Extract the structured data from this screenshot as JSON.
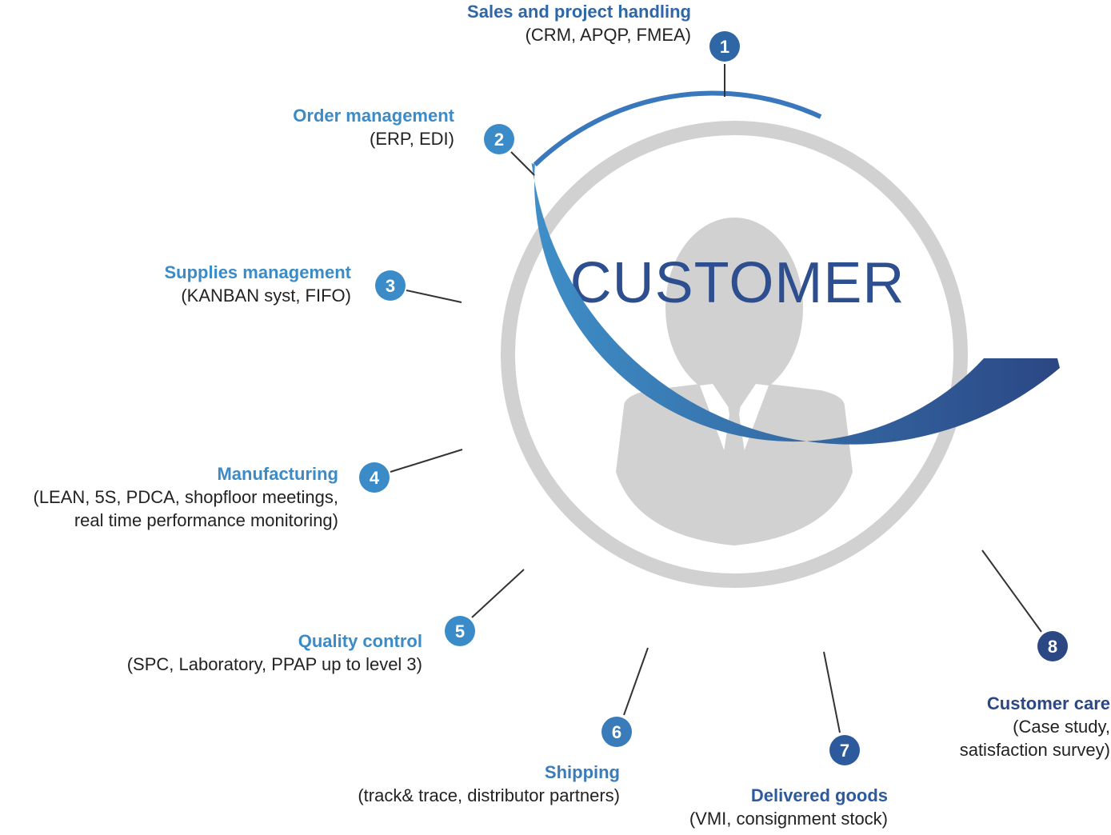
{
  "center": {
    "label": "CUSTOMER"
  },
  "colors": {
    "ring_gray": "#d1d1d1",
    "arc_light": "#3f8fc8",
    "arc_dark": "#2b4784",
    "center_text": "#2e4f8f",
    "connector": "#333333"
  },
  "steps": [
    {
      "num": "1",
      "title": "Sales and project handling",
      "sub": "(CRM, APQP, FMEA)",
      "color": "#2f66a6"
    },
    {
      "num": "2",
      "title": "Order management",
      "sub": "(ERP, EDI)",
      "color": "#3a8bc7"
    },
    {
      "num": "3",
      "title": "Supplies management",
      "sub": "(KANBAN syst, FIFO)",
      "color": "#3a8bc7"
    },
    {
      "num": "4",
      "title": "Manufacturing",
      "sub": "(LEAN, 5S, PDCA, shopfloor meetings,\nreal time performance monitoring)",
      "color": "#3a8bc7"
    },
    {
      "num": "5",
      "title": "Quality control",
      "sub": "(SPC, Laboratory, PPAP up to level 3)",
      "color": "#3a8bc7"
    },
    {
      "num": "6",
      "title": "Shipping",
      "sub": "(track& trace, distributor partners)",
      "color": "#3a7cb9"
    },
    {
      "num": "7",
      "title": "Delivered goods",
      "sub": "(VMI, consignment stock)",
      "color": "#2d5a9c"
    },
    {
      "num": "8",
      "title": "Customer care",
      "sub": "(Case study,\nsatisfaction survey)",
      "color": "#2b4784"
    }
  ]
}
